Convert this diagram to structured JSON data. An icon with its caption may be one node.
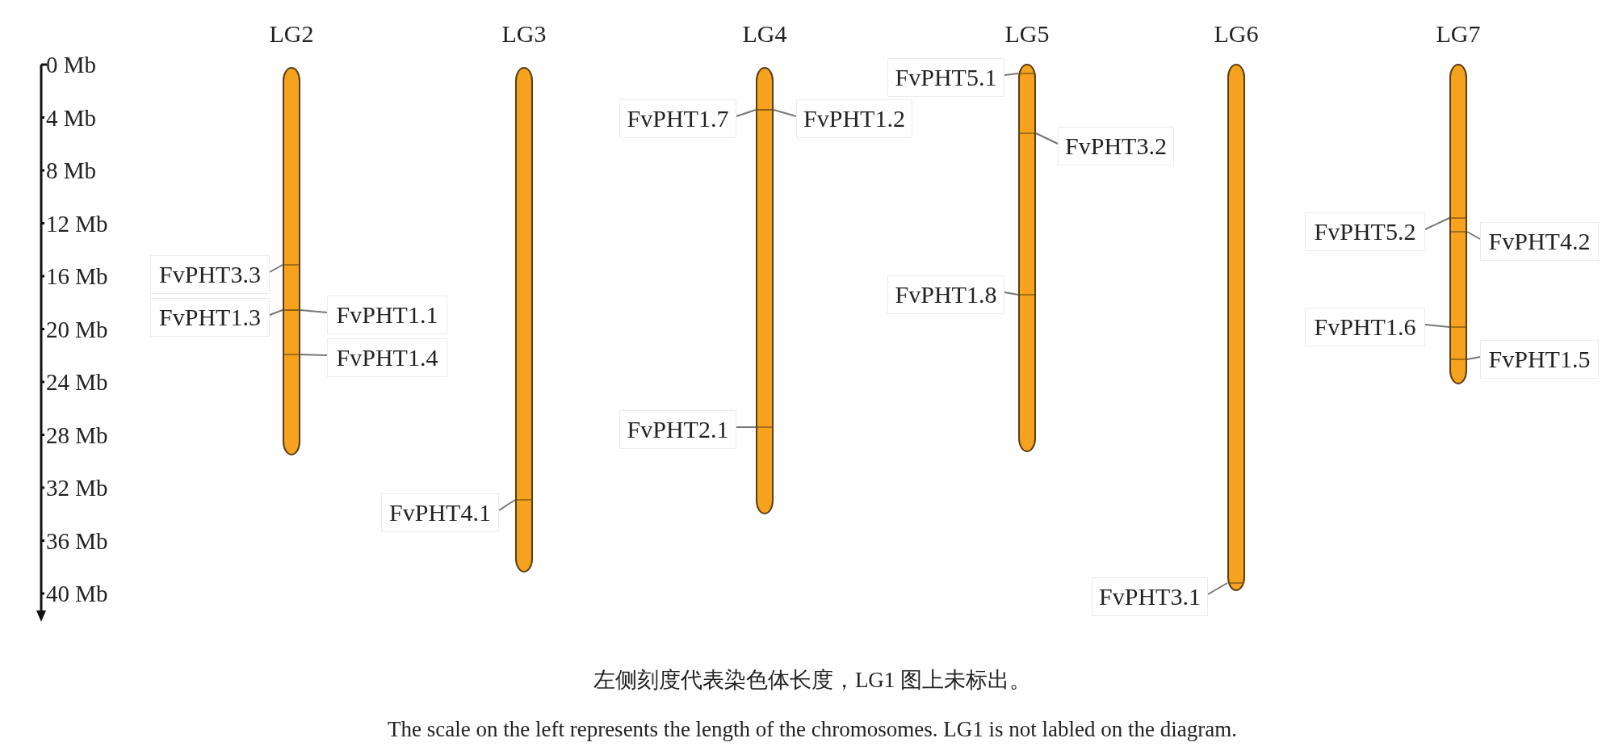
{
  "diagram": {
    "nodes": [
      {
        "text": [
          "LG2"
        ]
      },
      {
        "text": [
          "FvPHT3.3"
        ]
      },
      {
        "text": [
          "FvPHT1.3"
        ]
      },
      {
        "text": [
          "FvPHT1.1"
        ]
      },
      {
        "text": [
          "FvPHT1.4"
        ]
      },
      {
        "text": [
          "LG3"
        ]
      },
      {
        "text": [
          "FvPHT4.1"
        ]
      },
      {
        "text": [
          "LG4"
        ]
      },
      {
        "text": [
          "FvPHT1.7"
        ]
      },
      {
        "text": [
          "FvPHT1.2"
        ]
      },
      {
        "text": [
          "FvPHT2.1"
        ]
      },
      {
        "text": [
          "LG5"
        ]
      },
      {
        "text": [
          "FvPHT5.1"
        ]
      },
      {
        "text": [
          "FvPHT3.2"
        ]
      },
      {
        "text": [
          "FvPHT1.8"
        ]
      },
      {
        "text": [
          "LG6"
        ]
      },
      {
        "text": [
          "FvPHT3.1"
        ]
      },
      {
        "text": [
          "LG7"
        ]
      },
      {
        "text": [
          "FvPHT5.2"
        ]
      },
      {
        "text": [
          "FvPHT4.2"
        ]
      },
      {
        "text": [
          "FvPHT1.6"
        ]
      },
      {
        "text": [
          "FvPHT1.5"
        ]
      }
    ],
    "edges": [
      {
        "from": 1,
        "to": 0,
        "arrow": "none"
      },
      {
        "from": 2,
        "to": 0,
        "arrow": "none"
      },
      {
        "from": 3,
        "to": 0,
        "arrow": "none"
      },
      {
        "from": 4,
        "to": 0,
        "arrow": "none"
      },
      {
        "from": 6,
        "to": 5,
        "arrow": "none"
      },
      {
        "from": 8,
        "to": 7,
        "arrow": "none"
      },
      {
        "from": 9,
        "to": 7,
        "arrow": "none"
      },
      {
        "from": 10,
        "to": 7,
        "arrow": "none"
      },
      {
        "from": 12,
        "to": 11,
        "arrow": "none"
      },
      {
        "from": 13,
        "to": 11,
        "arrow": "none"
      },
      {
        "from": 14,
        "to": 11,
        "arrow": "none"
      },
      {
        "from": 16,
        "to": 15,
        "arrow": "none"
      },
      {
        "from": 18,
        "to": 17,
        "arrow": "none"
      },
      {
        "from": 19,
        "to": 17,
        "arrow": "none"
      },
      {
        "from": 20,
        "to": 17,
        "arrow": "none"
      },
      {
        "from": 21,
        "to": 17,
        "arrow": "none"
      }
    ],
    "labels": [
      "0 Mb",
      "4 Mb",
      "8 Mb",
      "12 Mb",
      "16 Mb",
      "20 Mb",
      "24 Mb",
      "28 Mb",
      "32 Mb",
      "36 Mb",
      "40 Mb",
      "左侧刻度代表染色体长度，LG1 图上未标出。",
      "The scale on the left represents the length of the chromosomes. LG1 is not labled on the diagram."
    ]
  }
}
